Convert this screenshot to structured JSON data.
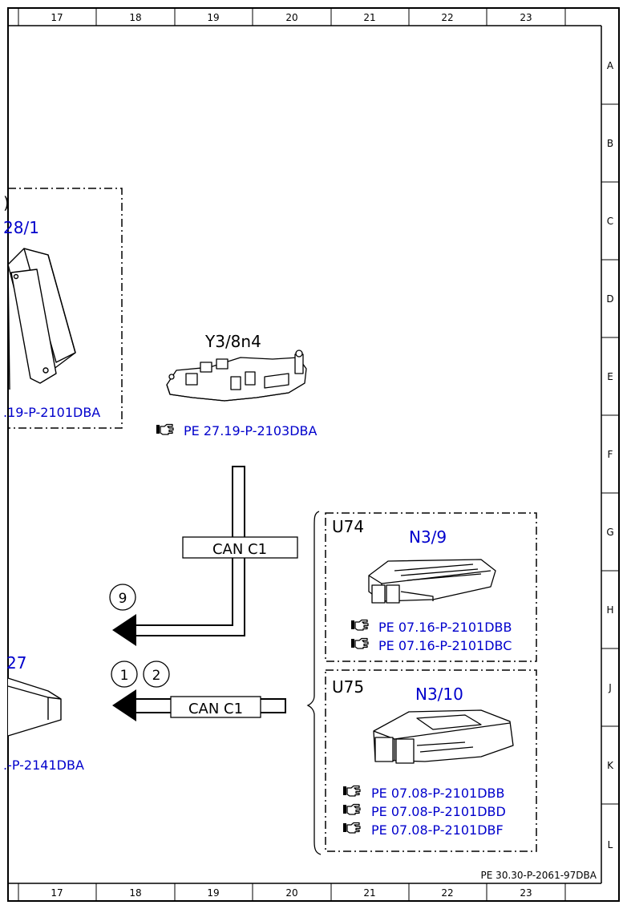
{
  "frame": {
    "columns": [
      "17",
      "18",
      "19",
      "20",
      "21",
      "22",
      "23"
    ],
    "rows": [
      "A",
      "B",
      "C",
      "D",
      "E",
      "F",
      "G",
      "H",
      "J",
      "K",
      "L"
    ],
    "doc_number": "PE 30.30-P-2061-97DBA"
  },
  "left_box": {
    "code_fragment": ")",
    "id_fragment": "28/1",
    "ref_fragment": ".19-P-2101DBA"
  },
  "y3_8n4": {
    "label": "Y3/8n4",
    "ref": "PE 27.19-P-2103DBA"
  },
  "bus_upper": {
    "label": "CAN C1",
    "circle": "9"
  },
  "bus_lower": {
    "label": "CAN C1",
    "circles": [
      "1",
      "2"
    ]
  },
  "left_module": {
    "id_fragment": "27",
    "ref_fragment": ".-P-2141DBA"
  },
  "u74": {
    "code": "U74",
    "id": "N3/9",
    "refs": [
      "PE 07.16-P-2101DBB",
      "PE 07.16-P-2101DBC"
    ]
  },
  "u75": {
    "code": "U75",
    "id": "N3/10",
    "refs": [
      "PE 07.08-P-2101DBB",
      "PE 07.08-P-2101DBD",
      "PE 07.08-P-2101DBF"
    ]
  },
  "colors": {
    "reference": "#0000cc",
    "line": "#000000"
  },
  "icons": {
    "reference": "pointing-hand-icon"
  }
}
